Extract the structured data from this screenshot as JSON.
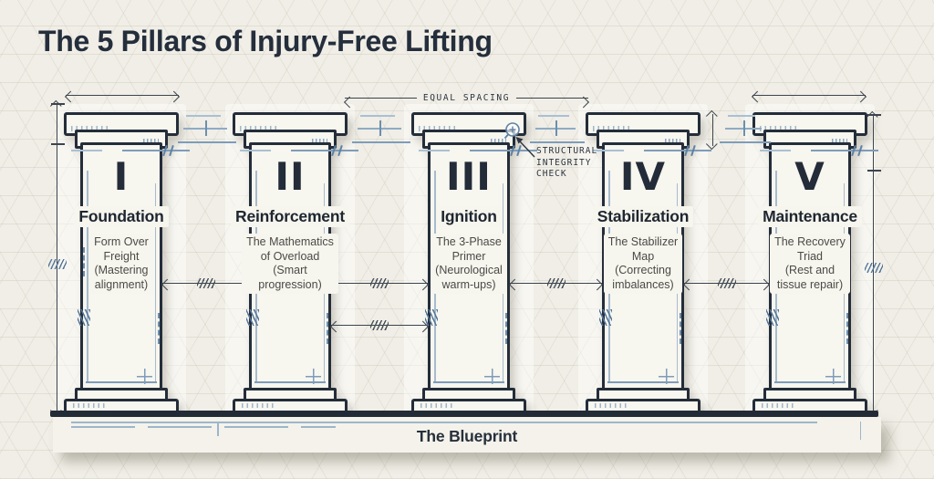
{
  "title": "The 5 Pillars of Injury-Free Lifting",
  "pillars": [
    {
      "numeral": "I",
      "name": "Foundation",
      "description": "Form Over\nFreight\n(Mastering\nalignment)"
    },
    {
      "numeral": "II",
      "name": "Reinforcement",
      "description": "The Mathematics\nof Overload\n(Smart\nprogression)"
    },
    {
      "numeral": "III",
      "name": "Ignition",
      "description": "The 3-Phase\nPrimer\n(Neurological\nwarm-ups)"
    },
    {
      "numeral": "IV",
      "name": "Stabilization",
      "description": "The Stabilizer\nMap\n(Correcting\nimbalances)"
    },
    {
      "numeral": "V",
      "name": "Maintenance",
      "description": "The Recovery\nTriad\n(Rest and\ntissue repair)"
    }
  ],
  "annotations": {
    "equal_spacing": "EQUAL SPACING",
    "structural_check": "STRUCTURAL\nINTEGRITY\nCHECK",
    "structural_check_icon": "magnifier-icon"
  },
  "footer": {
    "label": "The Blueprint"
  },
  "colors": {
    "background": "#f0eee6",
    "ink": "#242d39",
    "blueprint_blue": "#7e9cba",
    "dimension_gray": "#3c444e",
    "description_text": "#4b4a45"
  }
}
